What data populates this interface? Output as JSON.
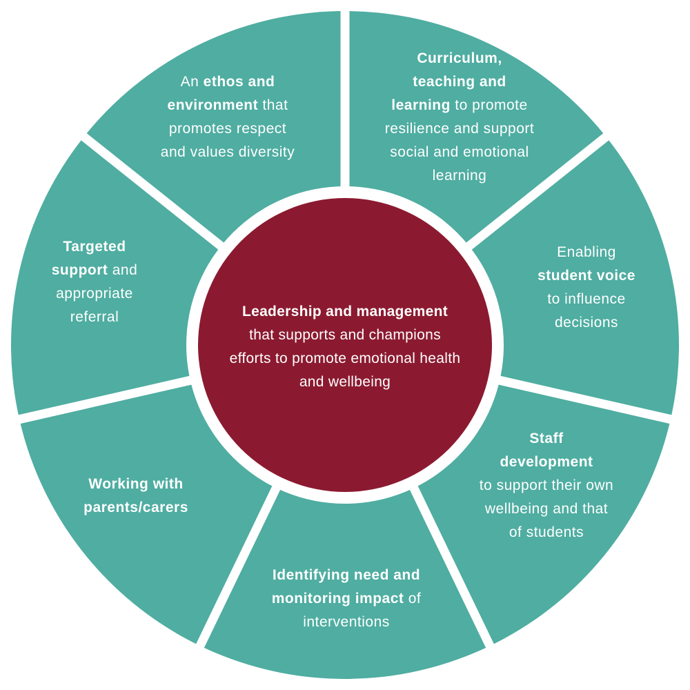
{
  "colors": {
    "segment": "#4fada1",
    "hub": "#8b1a30",
    "text": "#ffffff",
    "background": "#ffffff"
  },
  "center": {
    "bold": "Leadership and management",
    "rest_line1": "that supports and champions",
    "rest_line2": "efforts to promote emotional health",
    "rest_line3": "and wellbeing"
  },
  "segments": [
    {
      "id": "curriculum",
      "l1b": "Curriculum,",
      "l2b": "teaching and",
      "l3b": "learning",
      "l3": " to promote",
      "l4": "resilience and support",
      "l5": "social and emotional",
      "l6": "learning"
    },
    {
      "id": "student-voice",
      "l1": "Enabling",
      "l2b": "student voice",
      "l3": "to influence",
      "l4": "decisions"
    },
    {
      "id": "staff-development",
      "l1b": "Staff",
      "l2b": "development",
      "l3": "to support their own",
      "l4": "wellbeing and that",
      "l5": "of students"
    },
    {
      "id": "identifying-need",
      "l1b": "Identifying need and",
      "l2b": "monitoring  impact",
      "l2": " of",
      "l3": "interventions"
    },
    {
      "id": "parents-carers",
      "l1b": "Working with",
      "l2b": "parents/carers"
    },
    {
      "id": "targeted-support",
      "l1b": "Targeted",
      "l2b": "support",
      "l2": " and",
      "l3": "appropriate",
      "l4": "referral"
    },
    {
      "id": "ethos-environment",
      "l1": "An ",
      "l1b": "ethos and",
      "l2b": "environment",
      "l2": " that",
      "l3": "promotes respect",
      "l4": "and values diversity"
    }
  ]
}
